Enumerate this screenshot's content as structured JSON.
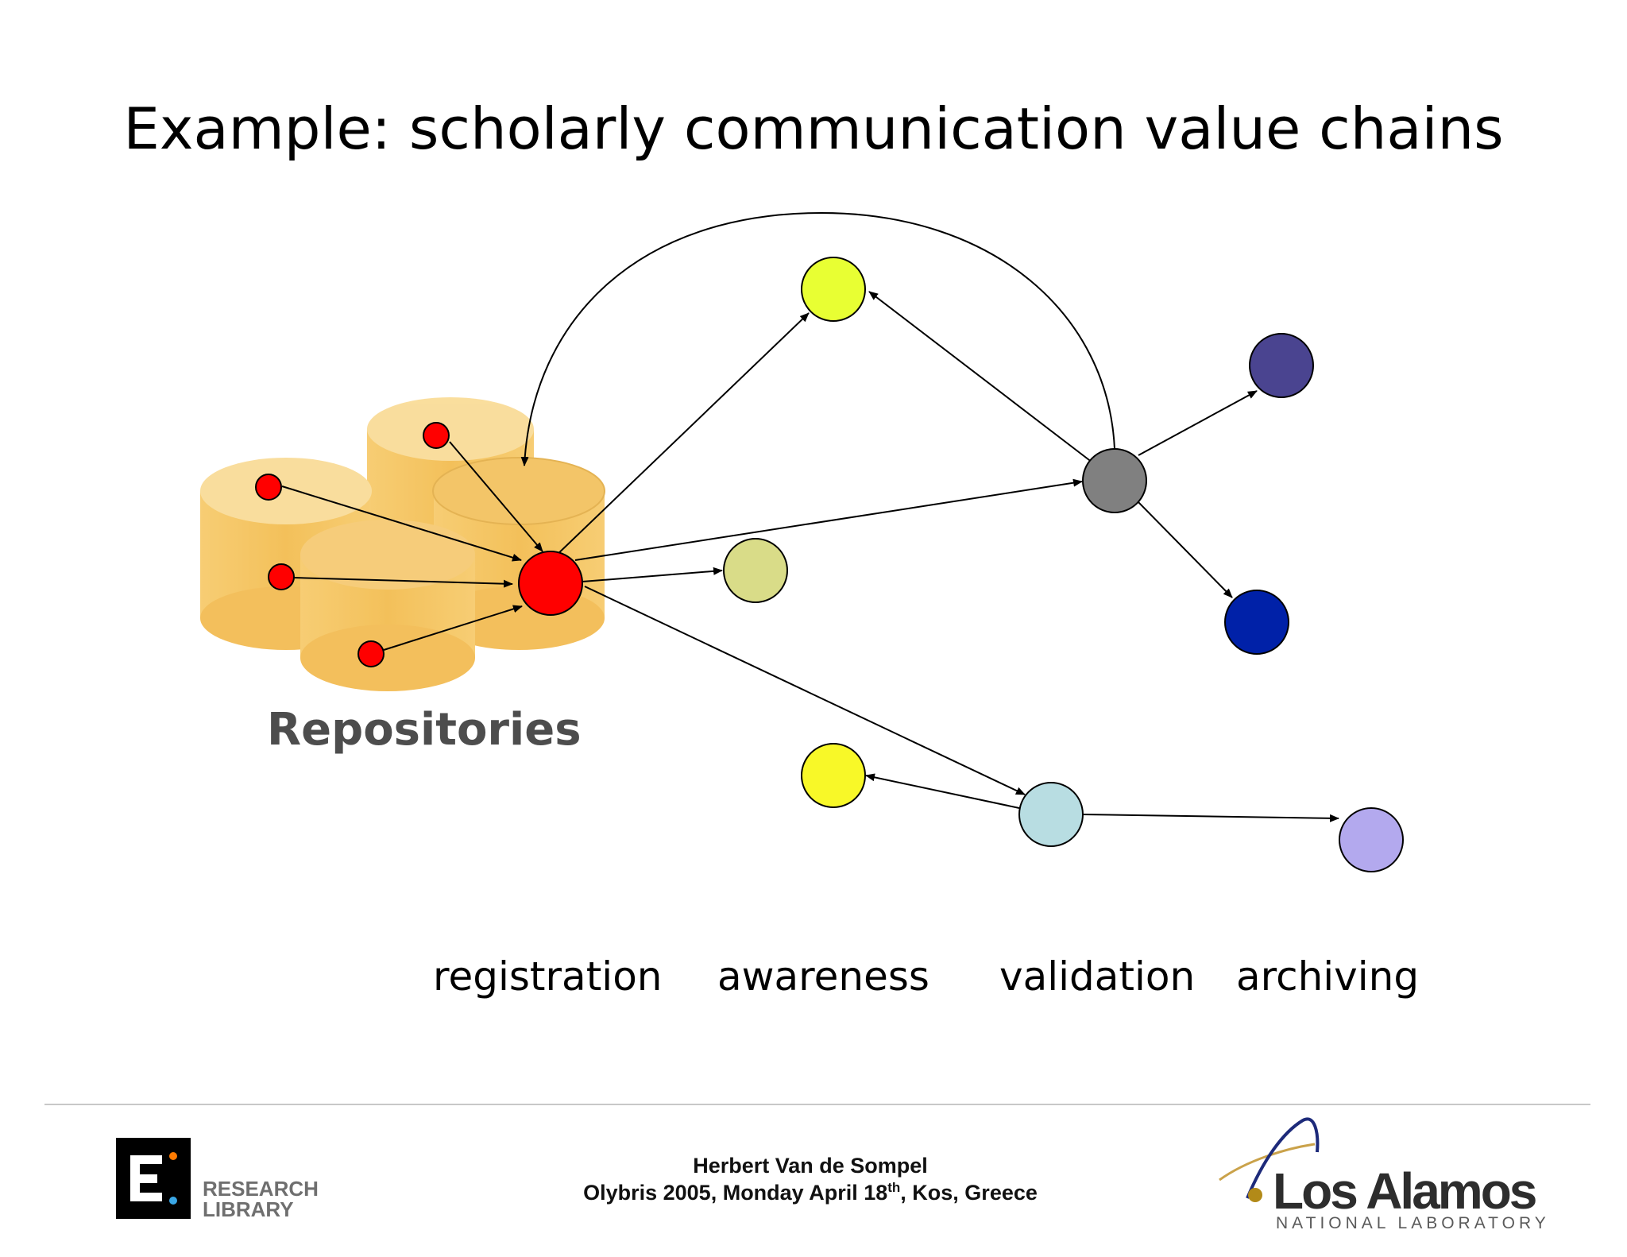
{
  "title": "Example: scholarly communication value chains",
  "repositories_label": "Repositories",
  "stages": [
    "registration",
    "awareness",
    "validation",
    "archiving"
  ],
  "footer": {
    "author": "Herbert Van de Sompel",
    "event_prefix": "Olybris 2005, Monday April 18",
    "event_sup": "th",
    "event_suffix": ", Kos, Greece"
  },
  "research_library": {
    "line1": "RESEARCH",
    "line2": "LIBRARY"
  },
  "lanl": {
    "name": "Los Alamos",
    "sub": "NATIONAL LABORATORY"
  },
  "colors": {
    "red": "#ff0000",
    "yellow_green": "#e8ff33",
    "gray": "#808080",
    "purple": "#4a4490",
    "navy": "#0021a8",
    "khaki": "#d9dc88",
    "yellow": "#f8f828",
    "light_cyan": "#b8dde2",
    "lavender": "#b3a9ee",
    "cylinder": "#f4bd4b"
  }
}
